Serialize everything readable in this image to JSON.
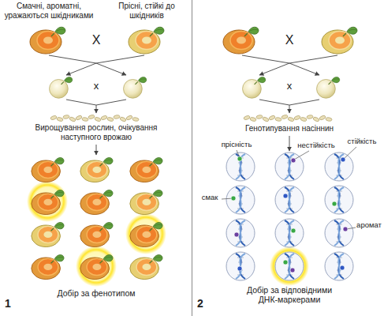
{
  "diagram": {
    "nodes": [
      {
        "text": [
          "Смачні, ароматні, уражаються шкідниками"
        ]
      },
      {
        "text": [
          "Прісні, стійкі до шкідників"
        ]
      }
    ],
    "labels": [
      "X",
      "x",
      "Вирощування рослин, очікування наступного врожаю",
      "Добір за фенотипом",
      "1",
      "X",
      "x",
      "Генотипування насіннин",
      "прісність",
      "нестійкість",
      "стійкість",
      "смак",
      "аромат",
      "Добір за відповідними ДНК-маркерами",
      "2"
    ]
  }
}
